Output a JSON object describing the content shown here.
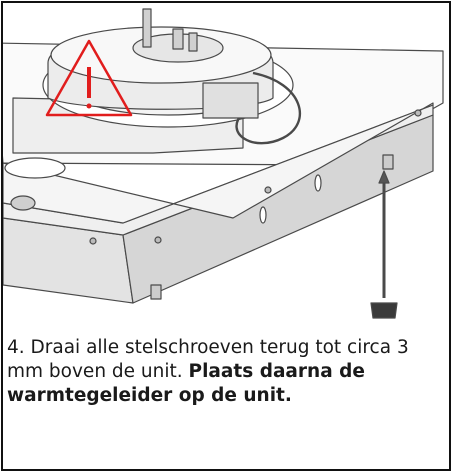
{
  "step": {
    "number": "4.",
    "text_regular": " Draai alle stelschroeven terug tot circa 3 mm boven de unit. ",
    "text_bold": "Plaats daarna de warmtegeleider op de unit."
  },
  "colors": {
    "warning": "#e11d1d",
    "line": "#4a4a4a",
    "fill_light": "#f2f2f2",
    "fill_mid": "#dcdcdc"
  }
}
